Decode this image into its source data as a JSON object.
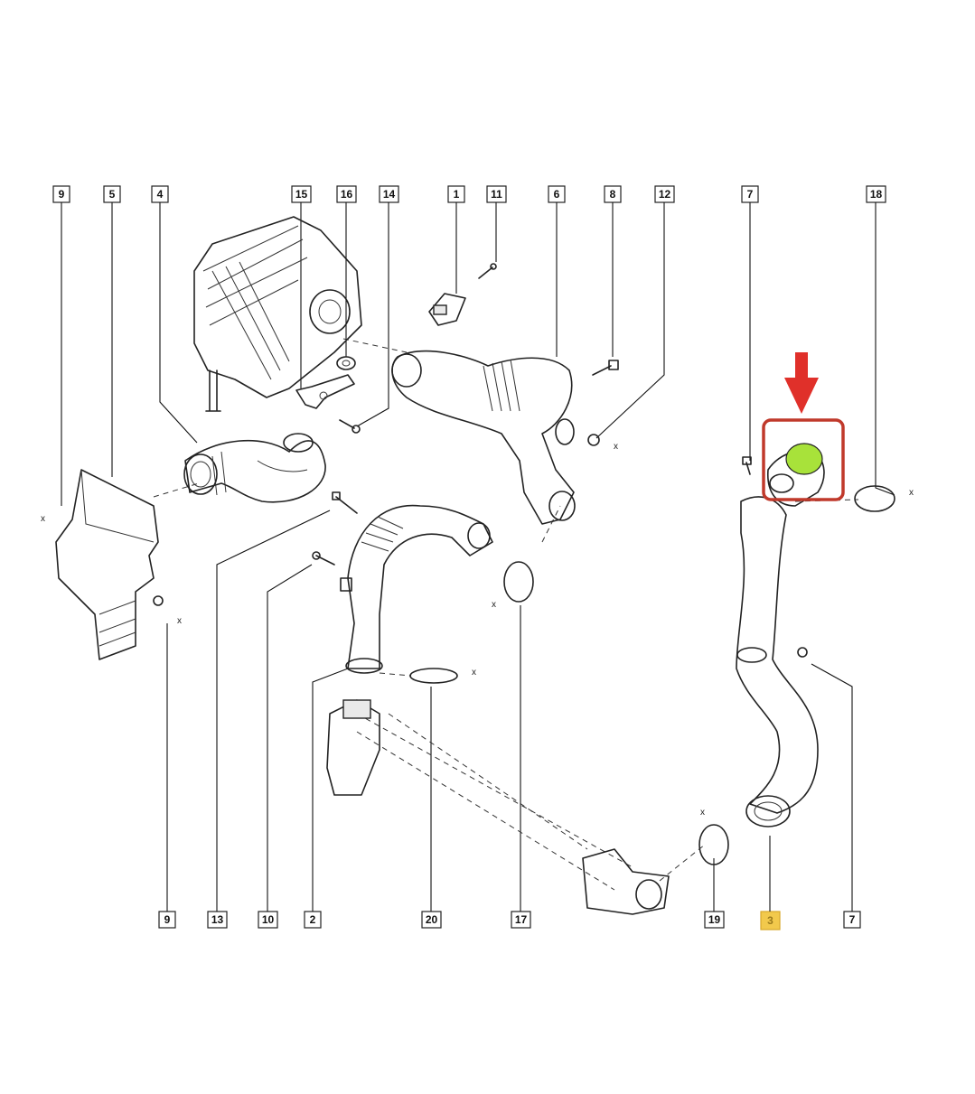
{
  "callouts_top": [
    "9",
    "5",
    "4",
    "15",
    "16",
    "14",
    "1",
    "11",
    "6",
    "8",
    "12",
    "7",
    "18"
  ],
  "callouts_bottom": [
    "9",
    "13",
    "10",
    "2",
    "20",
    "17",
    "19",
    "3",
    "7"
  ],
  "highlighted_callout": "3",
  "markers": {
    "x": "x"
  },
  "colors": {
    "highlight_box": "#c0392b",
    "arrow": "#e0302a",
    "highlighted_part": "#a8e23a",
    "highlighted_callout_bg": "#f2c94c"
  },
  "icons": [
    "down-arrow-icon"
  ]
}
